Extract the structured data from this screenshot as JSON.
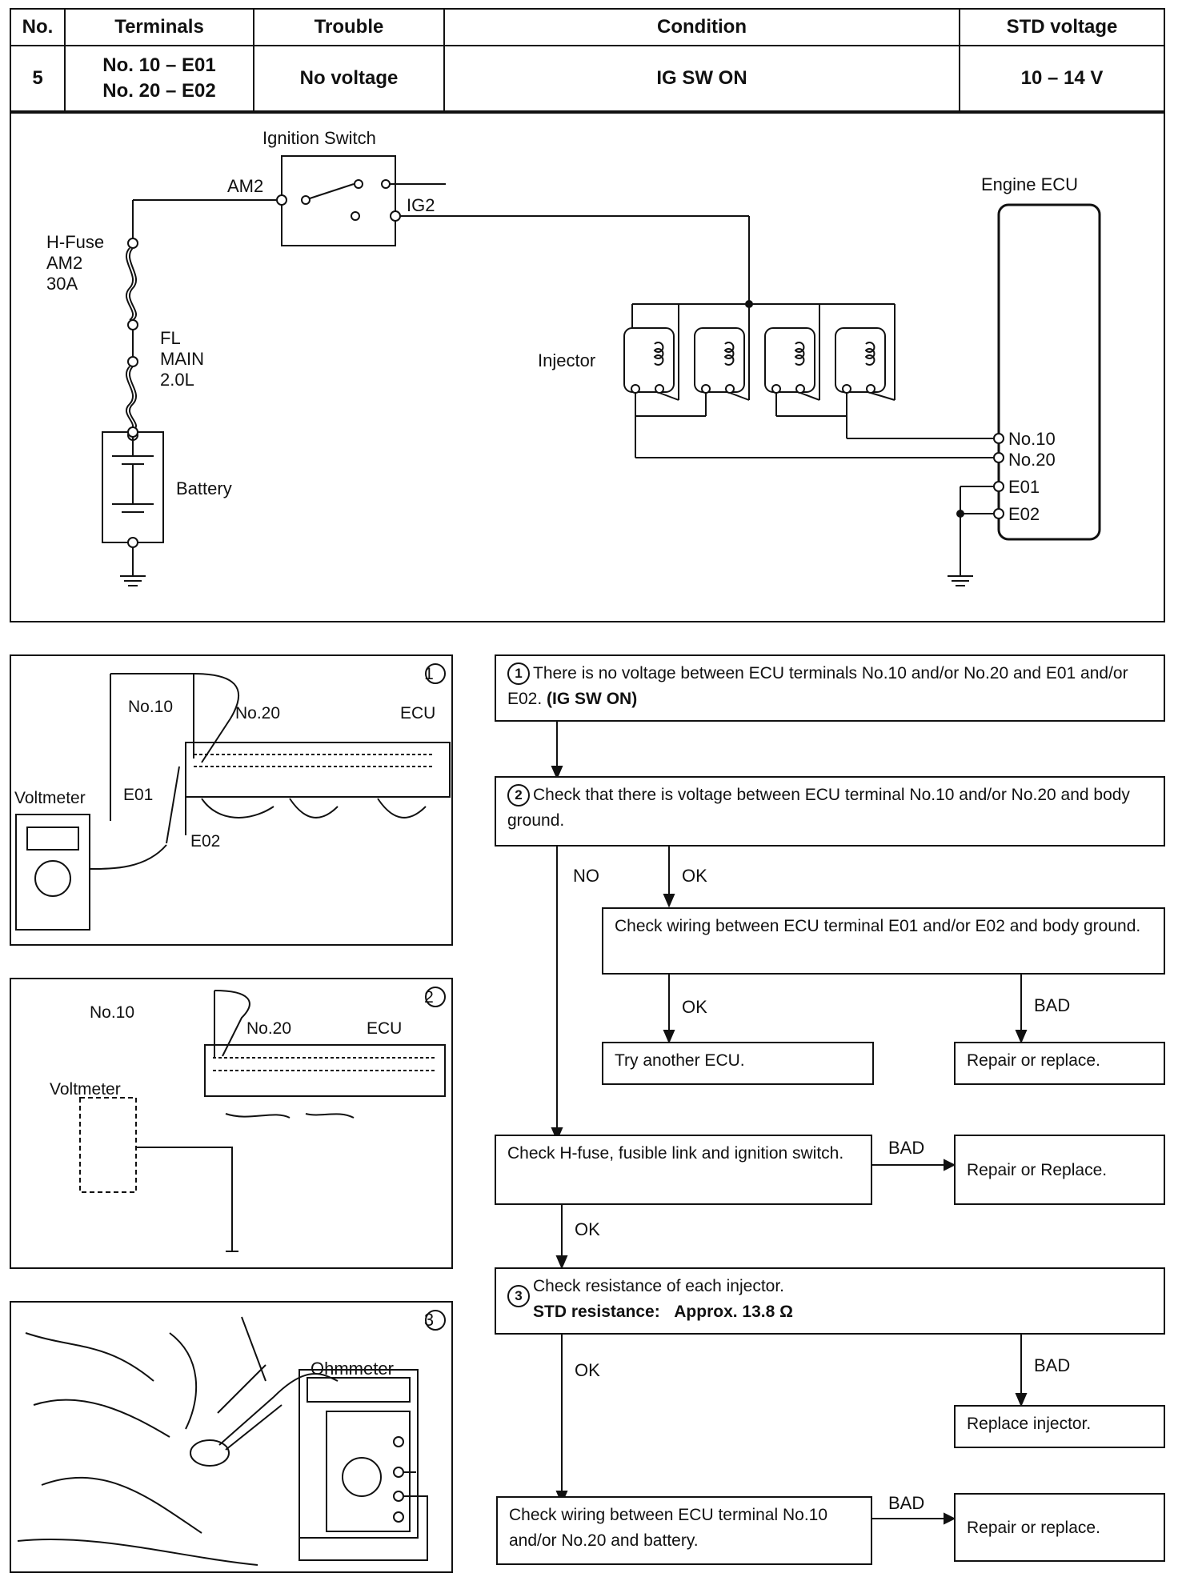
{
  "table": {
    "headers": [
      "No.",
      "Terminals",
      "Trouble",
      "Condition",
      "STD voltage"
    ],
    "row": {
      "no": "5",
      "terminals": [
        "No. 10 – E01",
        "No. 20 – E02"
      ],
      "trouble": "No voltage",
      "condition": "IG SW ON",
      "std_voltage": "10 – 14 V"
    }
  },
  "circuit": {
    "ignition_switch": "Ignition Switch",
    "am2": "AM2",
    "ig2": "IG2",
    "engine_ecu": "Engine ECU",
    "hfuse": [
      "H-Fuse",
      "AM2",
      "30A"
    ],
    "fl": [
      "FL",
      "MAIN",
      "2.0L"
    ],
    "battery": "Battery",
    "injector": "Injector",
    "ecu_terminals": [
      "No.10",
      "No.20",
      "E01",
      "E02"
    ]
  },
  "illustrations": {
    "one": {
      "num": "1",
      "labels": [
        "No.10",
        "No.20",
        "ECU",
        "Voltmeter",
        "E01",
        "E02"
      ]
    },
    "two": {
      "num": "2",
      "labels": [
        "No.10",
        "No.20",
        "ECU",
        "Voltmeter"
      ]
    },
    "three": {
      "num": "3",
      "labels": [
        "Ohmmeter"
      ]
    }
  },
  "flow": {
    "step1": {
      "num": "1",
      "text": "There is no voltage between ECU terminals No.10 and/or No.20 and E01 and/or E02.",
      "bold": "(IG SW ON)"
    },
    "step2": {
      "num": "2",
      "text": "Check that there is voltage between ECU terminal No.10 and/or No.20 and body ground."
    },
    "check_ground": "Check wiring between ECU terminal E01 and/or E02 and body ground.",
    "try_ecu": "Try another ECU.",
    "repair1": "Repair or replace.",
    "check_fuse": "Check H-fuse, fusible link and ignition switch.",
    "repair2": "Repair or Replace.",
    "step3": {
      "num": "3",
      "text": "Check resistance of each injector.",
      "std_label": "STD resistance:",
      "std_value": "Approx. 13.8 Ω"
    },
    "replace_injector": "Replace injector.",
    "check_wiring_battery": "Check wiring between ECU terminal No.10 and/or No.20 and battery.",
    "repair3": "Repair or replace.",
    "labels": {
      "no": "NO",
      "ok": "OK",
      "bad": "BAD"
    }
  }
}
